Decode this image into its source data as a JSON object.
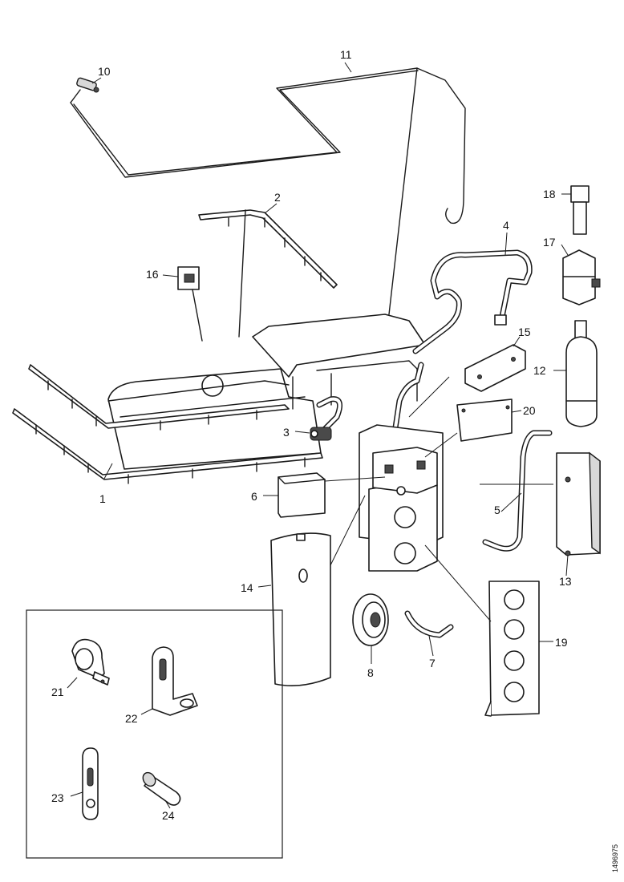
{
  "callouts": {
    "c1": "1",
    "c2": "2",
    "c3": "3",
    "c4": "4",
    "c5": "5",
    "c6": "6",
    "c7": "7",
    "c8": "8",
    "c10": "10",
    "c11": "11",
    "c12": "12",
    "c13": "13",
    "c14": "14",
    "c15": "15",
    "c16": "16",
    "c17": "17",
    "c18": "18",
    "c19": "19",
    "c20": "20",
    "c21": "21",
    "c22": "22",
    "c23": "23",
    "c24": "24"
  },
  "reference_number": "1496975"
}
